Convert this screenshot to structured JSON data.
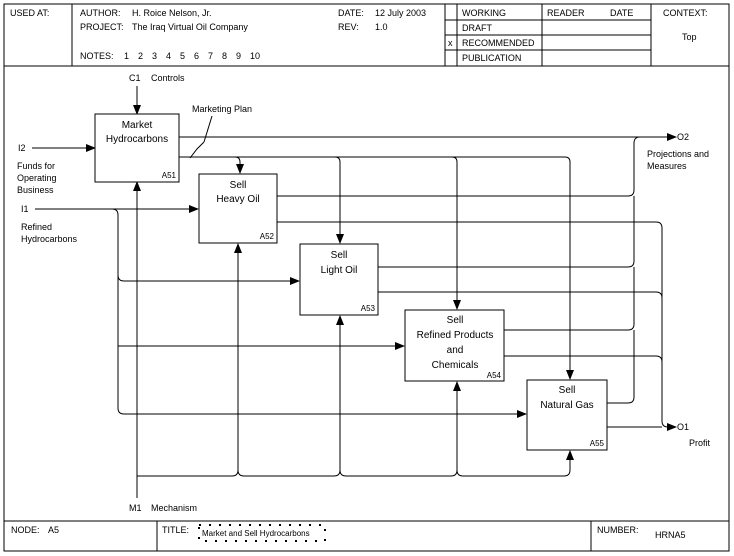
{
  "header": {
    "used_at_label": "USED AT:",
    "author_label": "AUTHOR:",
    "author": "H. Roice Nelson, Jr.",
    "project_label": "PROJECT:",
    "project": "The Iraq Virtual Oil Company",
    "date_label": "DATE:",
    "date": "12 July 2003",
    "rev_label": "REV:",
    "rev": "1.0",
    "notes_label": "NOTES:",
    "notes": [
      "1",
      "2",
      "3",
      "4",
      "5",
      "6",
      "7",
      "8",
      "9",
      "10"
    ],
    "status": [
      "WORKING",
      "DRAFT",
      "RECOMMENDED",
      "PUBLICATION"
    ],
    "status_mark": "x",
    "reader_label": "READER",
    "reader_date_label": "DATE",
    "context_label": "CONTEXT:",
    "context_value": "Top"
  },
  "diagram": {
    "boxes": [
      {
        "lines": [
          "Market",
          "Hydrocarbons"
        ],
        "id": "A51"
      },
      {
        "lines": [
          "Sell",
          "Heavy Oil"
        ],
        "id": "A52"
      },
      {
        "lines": [
          "Sell",
          "Light Oil"
        ],
        "id": "A53"
      },
      {
        "lines": [
          "Sell",
          "Refined Products",
          "and",
          "Chemicals"
        ],
        "id": "A54"
      },
      {
        "lines": [
          "Sell",
          "Natural Gas"
        ],
        "id": "A55"
      }
    ],
    "control": {
      "code": "C1",
      "label": "Controls"
    },
    "mechanism": {
      "code": "M1",
      "label": "Mechanism"
    },
    "inputs": [
      {
        "code": "I2",
        "label": [
          "Funds for",
          "Operating",
          "Business"
        ]
      },
      {
        "code": "I1",
        "label": [
          "Refined",
          "Hydrocarbons"
        ]
      }
    ],
    "outputs": [
      {
        "code": "O2",
        "label": [
          "Projections and",
          "Measures"
        ]
      },
      {
        "code": "O1",
        "label": [
          "Profit"
        ]
      }
    ],
    "arrow_labels": {
      "marketing_plan": "Marketing Plan"
    }
  },
  "footer": {
    "node_label": "NODE:",
    "node": "A5",
    "title_label": "TITLE:",
    "title": "Market and Sell Hydrocarbons",
    "number_label": "NUMBER:",
    "number": "HRNA5"
  }
}
